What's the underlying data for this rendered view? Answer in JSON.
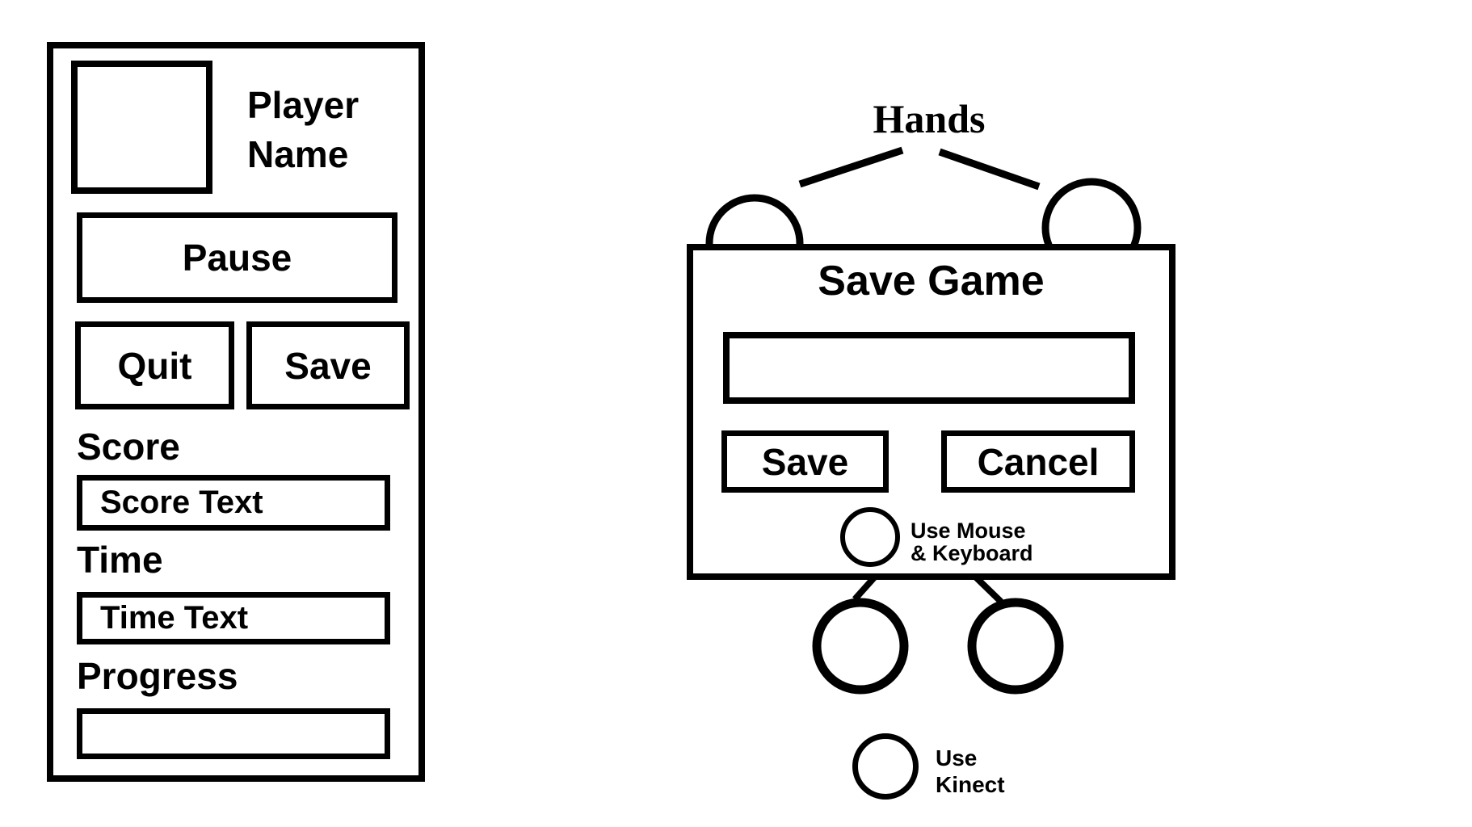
{
  "colors": {
    "ink": "#000000",
    "background": "#ffffff"
  },
  "left_panel": {
    "player_name_label": "Player Name",
    "pause_label": "Pause",
    "quit_label": "Quit",
    "save_label": "Save",
    "score_label": "Score",
    "score_value": "Score Text",
    "time_label": "Time",
    "time_value": "Time Text",
    "progress_label": "Progress",
    "progress_value": ""
  },
  "dialog": {
    "title": "Save Game",
    "name_input_value": "",
    "save_label": "Save",
    "cancel_label": "Cancel",
    "radio_label_line1": "Use Mouse",
    "radio_label_line2": "& Keyboard"
  },
  "annotations": {
    "hands_label": "Hands",
    "kinect_label_line1": "Use",
    "kinect_label_line2": "Kinect"
  }
}
